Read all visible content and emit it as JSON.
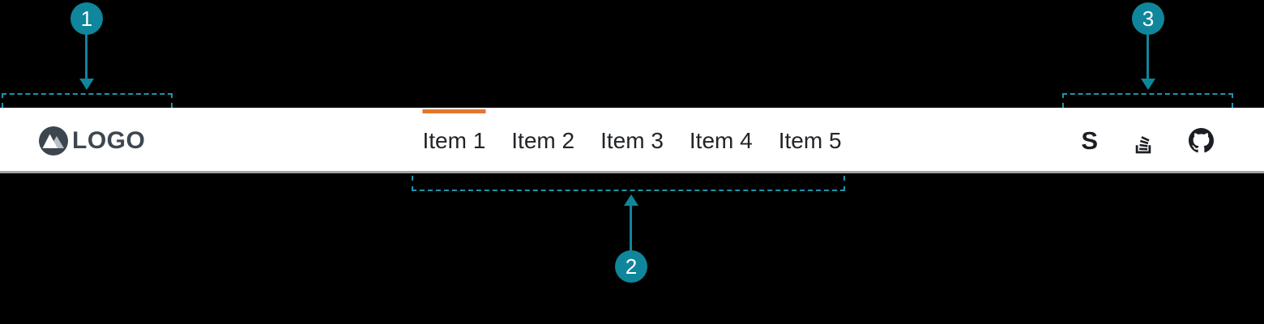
{
  "navbar": {
    "brand": {
      "label": "LOGO"
    },
    "items": [
      {
        "label": "Item 1",
        "active": true
      },
      {
        "label": "Item 2",
        "active": false
      },
      {
        "label": "Item 3",
        "active": false
      },
      {
        "label": "Item 4",
        "active": false
      },
      {
        "label": "Item 5",
        "active": false
      }
    ],
    "social": [
      {
        "icon": "letter-s-icon",
        "glyph": "S"
      },
      {
        "icon": "stack-overflow-icon"
      },
      {
        "icon": "github-icon"
      }
    ]
  },
  "annotations": {
    "callouts": [
      {
        "number": "1"
      },
      {
        "number": "2"
      },
      {
        "number": "3"
      }
    ]
  },
  "colors": {
    "accent": "#e2762d",
    "callout": "#0f869c",
    "dashed_outline": "#1b96ac",
    "navbar_bg": "#ffffff",
    "navbar_border": "#a5a5a5",
    "brand_text": "#3e4651",
    "nav_text": "#212529",
    "icon": "#1b1f24",
    "page_bg": "#000000"
  }
}
